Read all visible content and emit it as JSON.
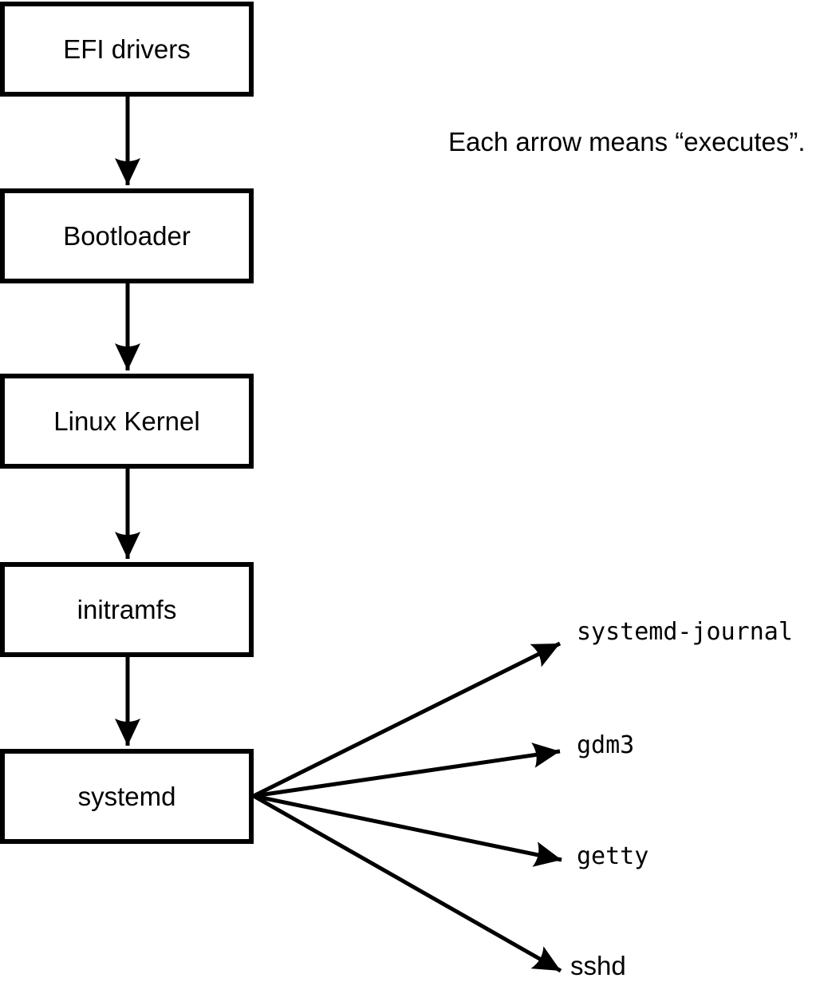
{
  "diagram": {
    "note": "Each arrow means “executes”.",
    "boot_chain": [
      {
        "label": "EFI drivers"
      },
      {
        "label": "Bootloader"
      },
      {
        "label": "Linux Kernel"
      },
      {
        "label": "initramfs"
      },
      {
        "label": "systemd"
      }
    ],
    "spawned_services": [
      {
        "label": "systemd-journal"
      },
      {
        "label": "gdm3"
      },
      {
        "label": "getty"
      },
      {
        "label": "sshd"
      }
    ],
    "colors": {
      "foreground": "#000000",
      "background": "#ffffff"
    }
  }
}
